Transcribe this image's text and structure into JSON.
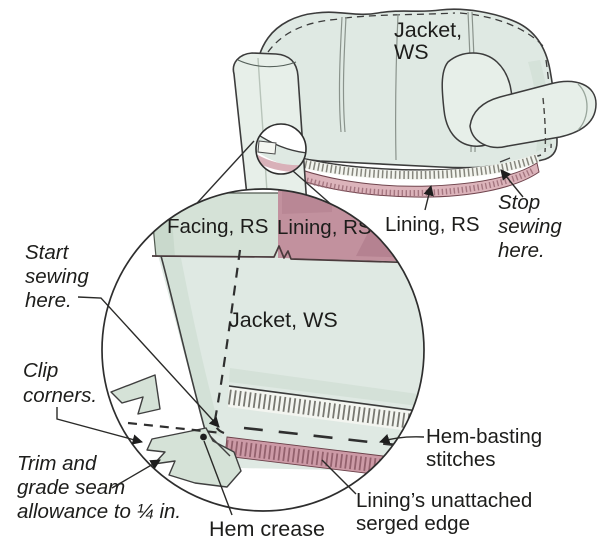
{
  "illustration": {
    "description": "Hand-drawn sewing diagram: jacket turned wrong side out with magnified circle detail of hem, facing and lining seam",
    "colors": {
      "jacket_fabric": "#dfe9e3",
      "jacket_fabric_light": "#e7efe9",
      "jacket_fabric_shade": "#c9dacd",
      "facing_fabric": "#d5e2d7",
      "lining_pink": "#c2919e",
      "lining_pink_light": "#dcb4bb",
      "lining_serge_pink": "#cc9aa6",
      "serge_thread_white": "#f3f5f0",
      "outline": "#3c3c3c",
      "label_text": "#1d1d1b"
    },
    "top_view": {
      "jacket_label": {
        "line1": "Jacket,",
        "line2": "WS"
      },
      "lining_label": "Lining, RS",
      "stop_label": {
        "line1": "Stop",
        "line2": "sewing",
        "line3": "here."
      }
    },
    "magnified_view": {
      "facing_label": "Facing, RS",
      "lining_label": "Lining, RS",
      "jacket_label": "Jacket, WS"
    },
    "callouts": {
      "start": {
        "line1": "Start",
        "line2": "sewing",
        "line3": "here."
      },
      "clip": {
        "line1": "Clip",
        "line2": "corners."
      },
      "trim": {
        "line1": "Trim and",
        "line2": "grade seam",
        "line3": "allowance to ¼ in."
      },
      "hem_crease": "Hem crease",
      "lining_serged": {
        "line1": "Lining’s unattached",
        "line2": "serged edge"
      },
      "hem_basting": {
        "line1": "Hem-basting",
        "line2": "stitches"
      }
    }
  }
}
